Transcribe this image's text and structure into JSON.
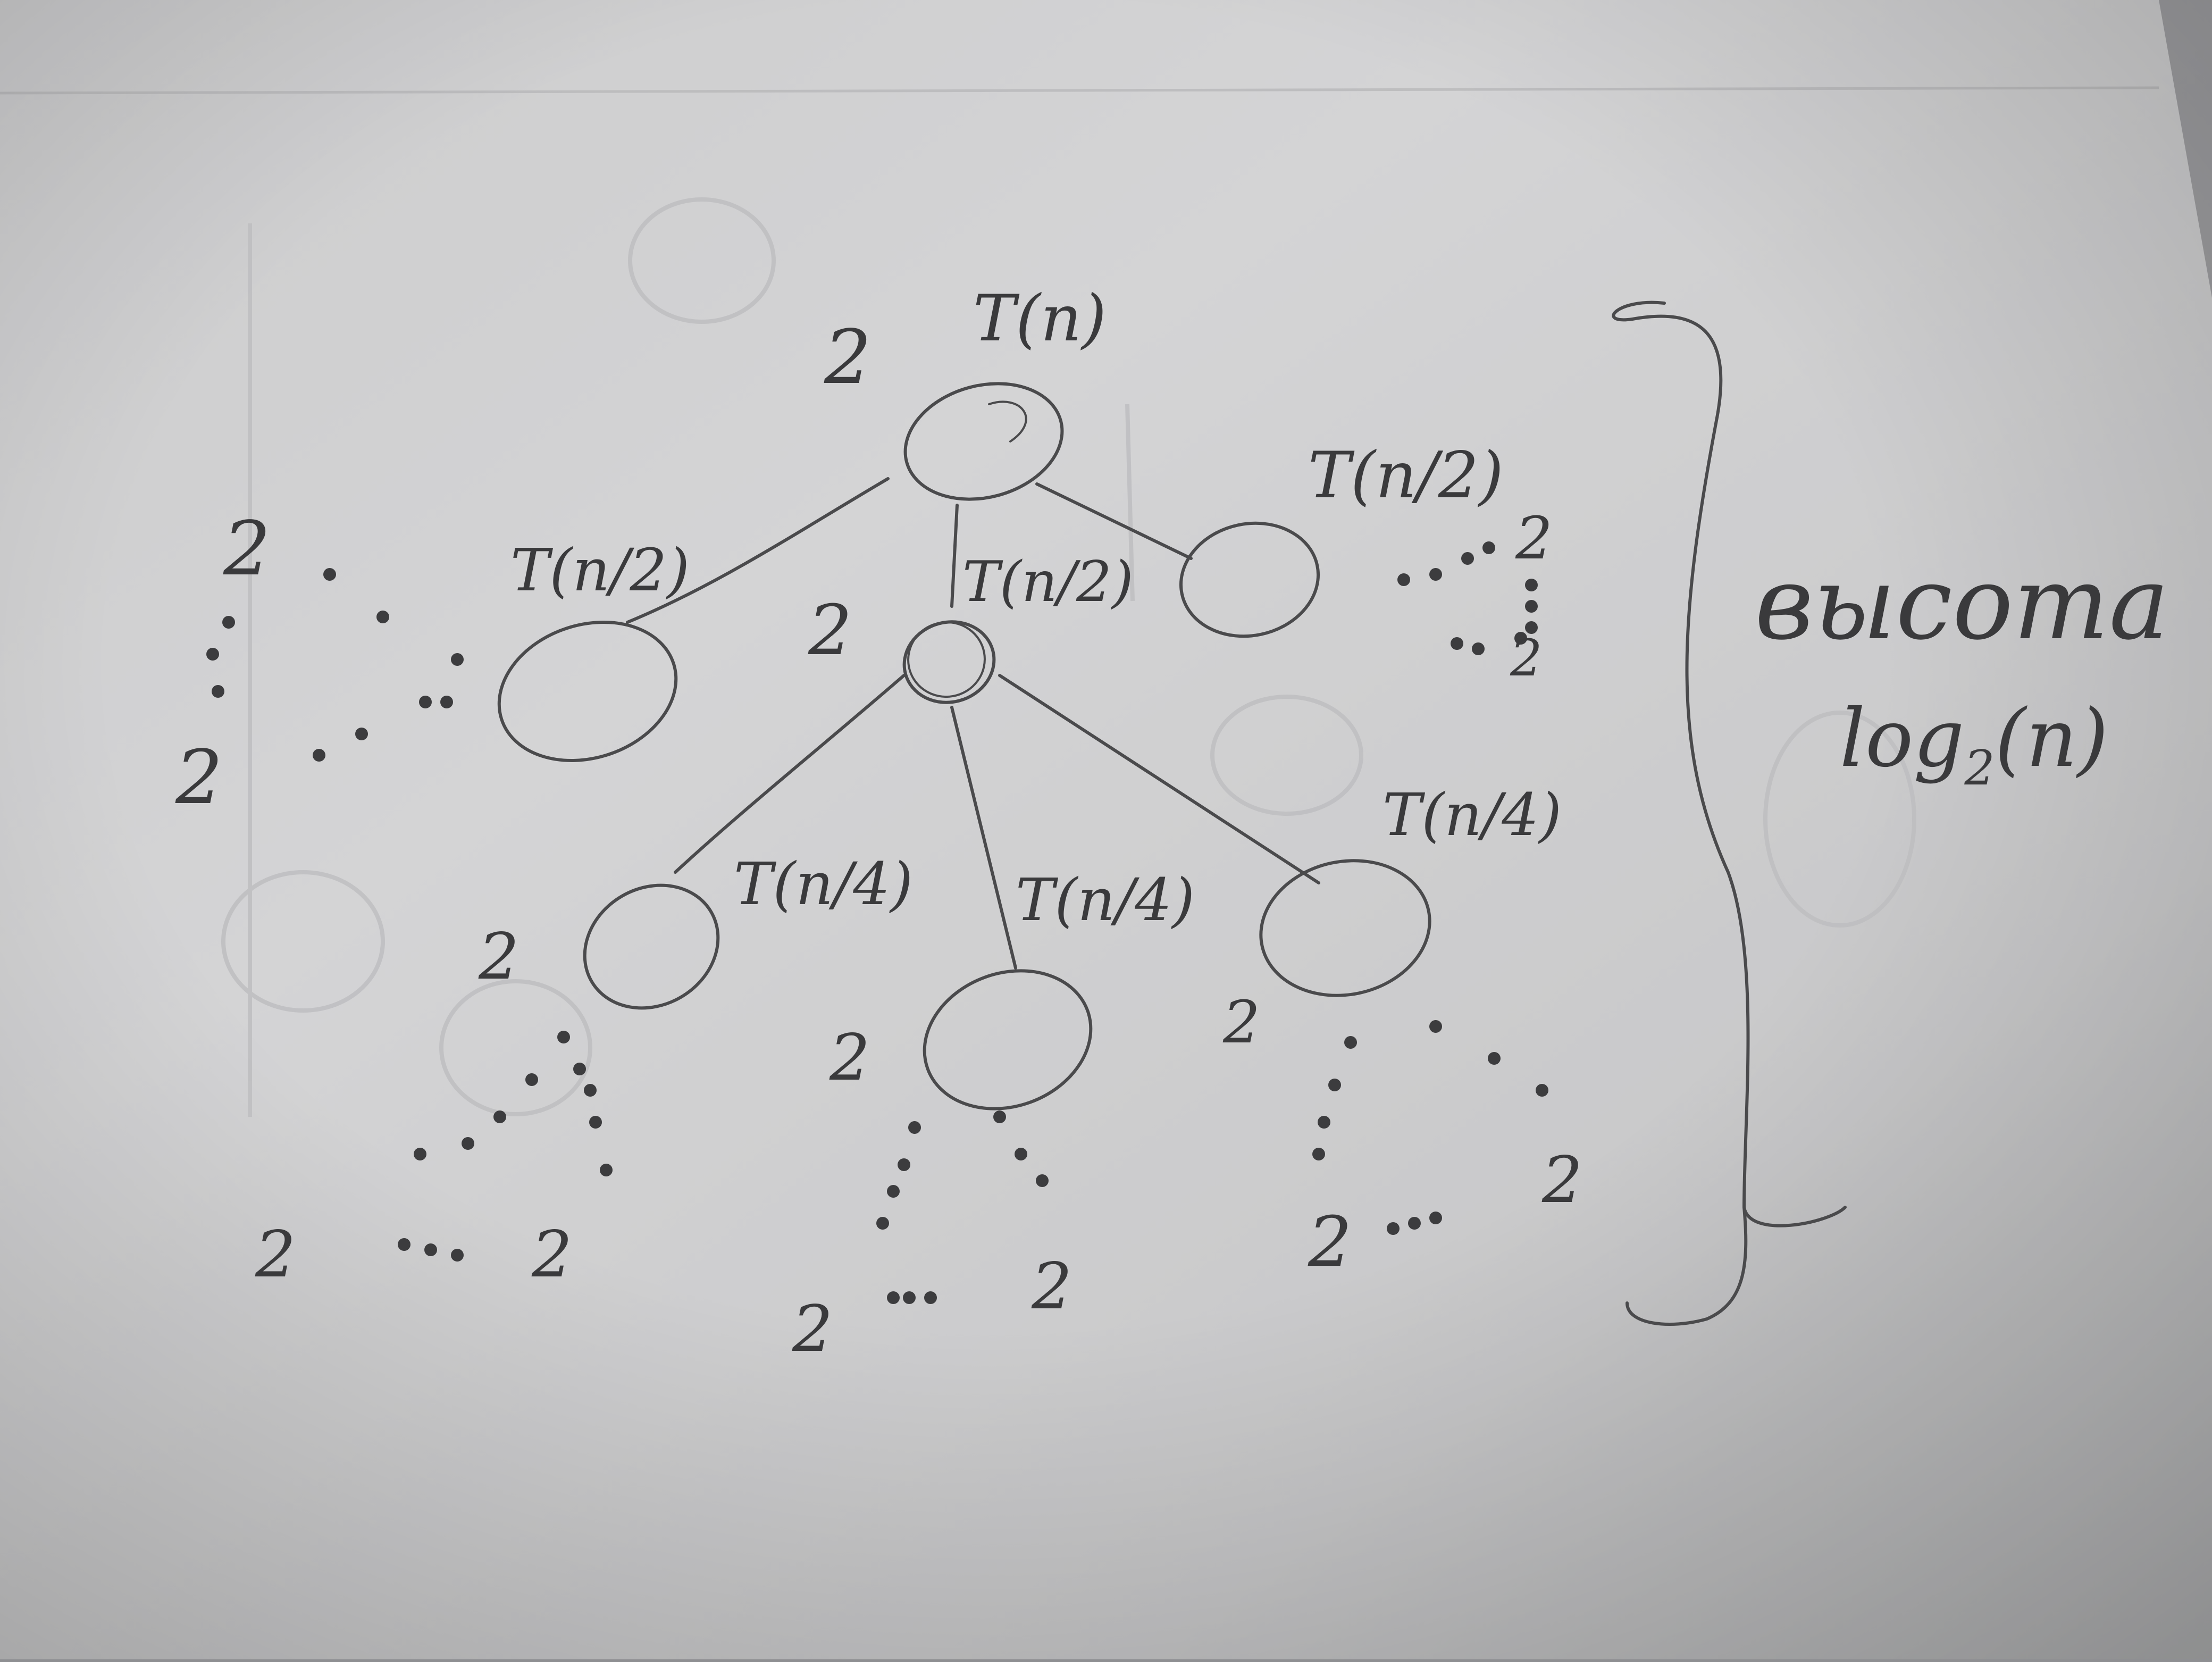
{
  "diagram": {
    "root": {
      "cost": "2",
      "label": "T(n)"
    },
    "level1": [
      {
        "cost": "2",
        "label": "T(n/2)"
      },
      {
        "cost": "2",
        "label": "T(n/2)"
      },
      {
        "cost": "",
        "label": "T(n/2)"
      }
    ],
    "level2": [
      {
        "cost": "2",
        "label": "T(n/4)"
      },
      {
        "cost": "2",
        "label": "T(n/4)"
      },
      {
        "cost": "2",
        "label": "T(n/4)"
      }
    ],
    "left_branch": {
      "top": "2",
      "bottom": "2"
    },
    "right_branch": {
      "top": "2",
      "bottom": "2"
    },
    "leaves": [
      {
        "left": "2",
        "right": "2"
      },
      {
        "left": "2",
        "right": "2"
      },
      {
        "left": "2",
        "right": "2"
      }
    ],
    "height": {
      "word": "высота",
      "formula_base": "log",
      "formula_sub": "2",
      "formula_arg": "(n)"
    }
  }
}
